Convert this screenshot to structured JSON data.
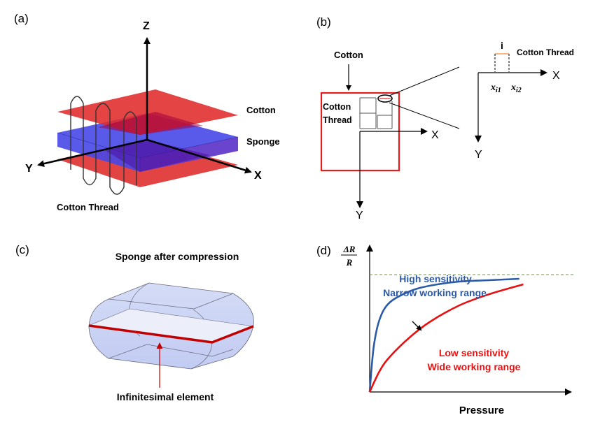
{
  "panels": {
    "a": {
      "label": "(a)",
      "axis_z": "Z",
      "axis_y": "Y",
      "axis_x": "X",
      "layer_top": "Cotton",
      "layer_middle": "Sponge",
      "thread": "Cotton Thread",
      "colors": {
        "cotton": "#e03232",
        "sponge": "#3c3ce6"
      }
    },
    "b": {
      "label": "(b)",
      "cotton_label": "Cotton",
      "thread_label_line1": "Cotton",
      "thread_label_line2": "Thread",
      "axis_x": "X",
      "axis_y": "Y",
      "zoom_axis_x": "X",
      "zoom_axis_y": "Y",
      "segment_label": "i",
      "zoom_thread_label": "Cotton Thread",
      "x1_base": "x",
      "x1_sub": "i1",
      "x2_base": "x",
      "x2_sub": "i2",
      "colors": {
        "frame": "#e41e1e",
        "segment": "#f0a060"
      }
    },
    "c": {
      "label": "(c)",
      "title": "Sponge after compression",
      "annotation": "Infinitesimal element",
      "colors": {
        "body": "#c8d2f5",
        "element": "#c00000"
      }
    },
    "d": {
      "label": "(d)",
      "ylabel_num": "ΔR",
      "ylabel_den": "R",
      "xlabel": "Pressure",
      "high_line1": "High sensitivity",
      "high_line2": "Narrow working range",
      "low_line1": "Low sensitivity",
      "low_line2": "Wide working range",
      "colors": {
        "high": "#2a5aa8",
        "low": "#e81010",
        "saturation": "#6a9a40"
      }
    }
  },
  "chart_data": {
    "type": "line",
    "title": "",
    "xlabel": "Pressure",
    "ylabel": "ΔR/R",
    "xlim": [
      0,
      1
    ],
    "ylim": [
      0,
      1
    ],
    "grid": false,
    "saturation_level": 0.84,
    "series": [
      {
        "name": "High sensitivity / Narrow working range",
        "x": [
          0,
          0.02,
          0.05,
          0.1,
          0.2,
          0.3,
          0.45,
          0.6,
          0.75
        ],
        "y": [
          0,
          0.32,
          0.52,
          0.64,
          0.72,
          0.76,
          0.79,
          0.8,
          0.81
        ]
      },
      {
        "name": "Low sensitivity / Wide working range",
        "x": [
          0,
          0.05,
          0.1,
          0.2,
          0.3,
          0.45,
          0.6,
          0.77
        ],
        "y": [
          0,
          0.15,
          0.25,
          0.39,
          0.5,
          0.62,
          0.7,
          0.77
        ]
      }
    ]
  }
}
